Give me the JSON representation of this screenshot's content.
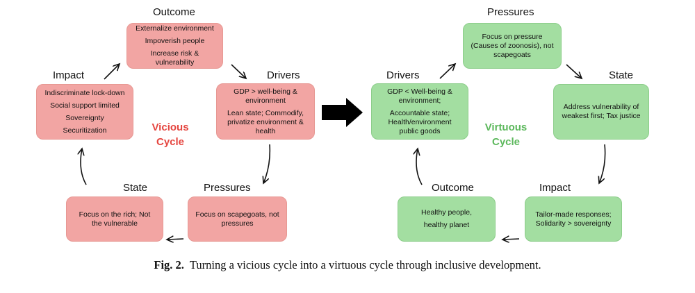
{
  "vicious": {
    "outcome": {
      "label": "Outcome",
      "lines": [
        "Externalize environment",
        "Impoverish people",
        "Increase risk &",
        "vulnerability"
      ]
    },
    "drivers": {
      "label": "Drivers",
      "lines": [
        "GDP > well-being &",
        "environment",
        "Lean state; Commodify,",
        "privatize environment &",
        "health"
      ]
    },
    "pressures": {
      "label": "Pressures",
      "lines": [
        "Focus on scapegoats, not",
        "pressures"
      ]
    },
    "state": {
      "label": "State",
      "lines": [
        "Focus on the rich; Not",
        "the vulnerable"
      ]
    },
    "impact": {
      "label": "Impact",
      "lines": [
        "Indiscriminate lock-down",
        "Social support limited",
        "Sovereignty",
        "Securitization"
      ]
    },
    "name": [
      "Vicious",
      "Cycle"
    ]
  },
  "virtuous": {
    "pressures": {
      "label": "Pressures",
      "lines": [
        "Focus on pressure",
        "(Causes of zoonosis), not",
        "scapegoats"
      ]
    },
    "state": {
      "label": "State",
      "lines": [
        "Address vulnerability of",
        "weakest first; Tax justice"
      ]
    },
    "impact": {
      "label": "Impact",
      "lines": [
        "Tailor-made responses;",
        "Solidarity > sovereignty"
      ]
    },
    "outcome": {
      "label": "Outcome",
      "lines": [
        "Healthy people,",
        "healthy planet"
      ]
    },
    "drivers": {
      "label": "Drivers",
      "lines": [
        "GDP < Well-being &",
        "environment;",
        "Accountable state;",
        "Health/environment",
        "public goods"
      ]
    },
    "name": [
      "Virtuous",
      "Cycle"
    ]
  },
  "caption": {
    "prefix": "Fig. 2.",
    "text": "Turning a vicious cycle into a virtuous cycle through inclusive development."
  },
  "colors": {
    "red_fill": "#f2a5a3",
    "green_fill": "#a3dea1",
    "vicious_text": "#e5453f",
    "virtuous_text": "#5cb85c"
  }
}
